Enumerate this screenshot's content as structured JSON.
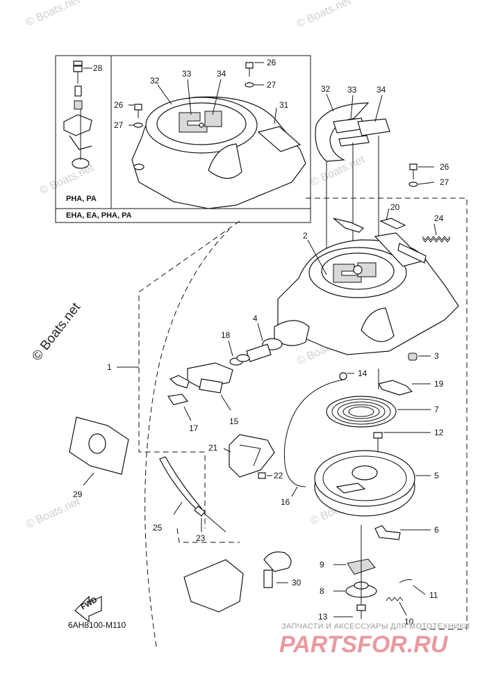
{
  "watermarks": [
    "© Boats.net",
    "© Boats.net",
    "© Boats.net",
    "© Boats.net",
    "© Boats.net",
    "© Boats.net",
    "© Boats.net"
  ],
  "main_watermark": "© Boats.net",
  "inset": {
    "label_top": "PHA, PA",
    "label_bottom": "EHA, EA, PHA, PA"
  },
  "callouts": {
    "p1": "1",
    "p2": "2",
    "p3": "3",
    "p4": "4",
    "p5": "5",
    "p6": "6",
    "p7": "7",
    "p8": "8",
    "p9": "9",
    "p10": "10",
    "p11": "11",
    "p12": "12",
    "p13": "13",
    "p14": "14",
    "p15": "15",
    "p16": "16",
    "p17": "17",
    "p18": "18",
    "p19": "19",
    "p20": "20",
    "p21": "21",
    "p22": "22",
    "p23": "23",
    "p24": "24",
    "p25": "25",
    "p26a": "26",
    "p26b": "26",
    "p26c": "26",
    "p27a": "27",
    "p27b": "27",
    "p27c": "27",
    "p28": "28",
    "p29": "29",
    "p30": "30",
    "p31": "31",
    "p32a": "32",
    "p32b": "32",
    "p33a": "33",
    "p33b": "33",
    "p34a": "34",
    "p34b": "34"
  },
  "fwd_label": "FWD",
  "diagram_code": "6AH8100-M110",
  "footer_ru": "ЗАПЧАСТИ И АКСЕССУАРЫ ДЛЯ МОТОТЕХНИКИ",
  "footer_site": "PARTSFOR.RU"
}
